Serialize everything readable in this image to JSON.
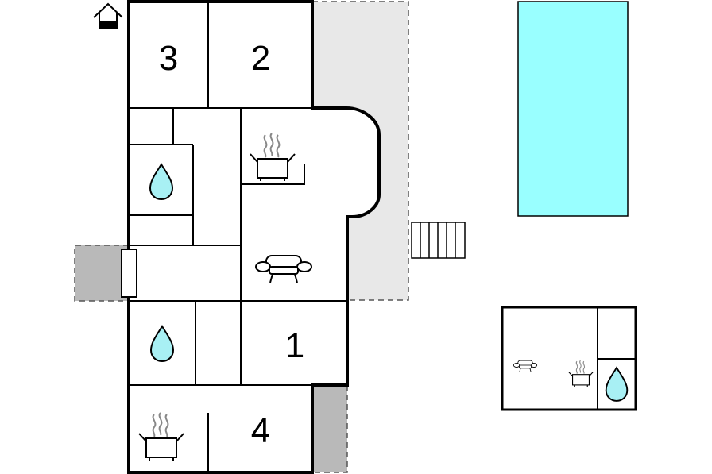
{
  "colors": {
    "wall": "#000000",
    "terrace": "#e8e8e8",
    "annex_grey": "#b9b9b9",
    "pool": "#99ffff",
    "water": "#a8f0f4",
    "background": "#ffffff"
  },
  "rooms": [
    {
      "id": "bedroom-3",
      "label": "3"
    },
    {
      "id": "bedroom-2",
      "label": "2"
    },
    {
      "id": "bedroom-1",
      "label": "1"
    },
    {
      "id": "bedroom-4",
      "label": "4"
    }
  ],
  "icons": {
    "entrance": "house-entrance-icon",
    "bathroom": "water-drop-icon",
    "kitchen": "cooking-pot-icon",
    "living": "sofa-icon",
    "stairs": "stairs-icon",
    "pool": "swimming-pool"
  }
}
